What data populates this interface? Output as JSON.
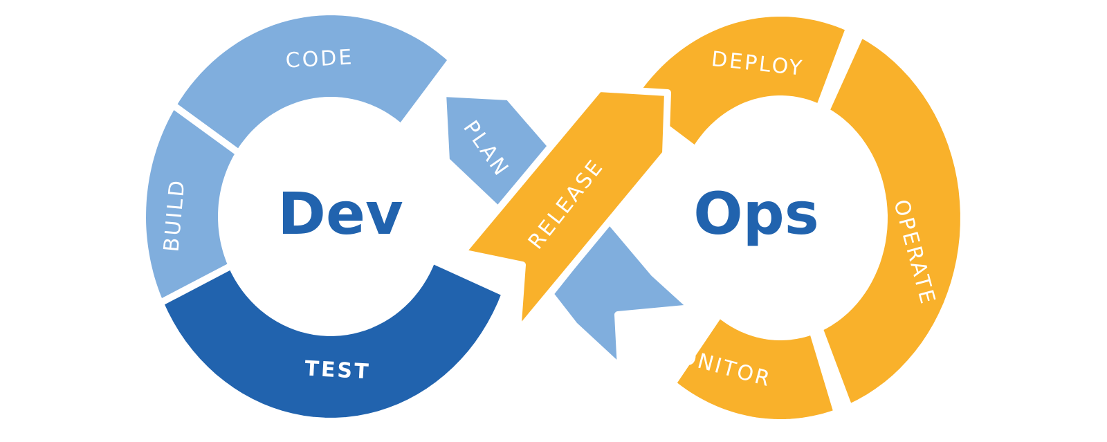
{
  "colors": {
    "light_blue": "#80AEDD",
    "dark_blue": "#2163AE",
    "orange": "#F9B12B"
  },
  "center_labels": {
    "dev": "Dev",
    "ops": "Ops"
  },
  "stages": {
    "plan": "PLAN",
    "code": "CODE",
    "build": "BUILD",
    "test": "TEST",
    "release": "RELEASE",
    "deploy": "DEPLOY",
    "operate": "OPERATE",
    "monitor": "MONITOR"
  }
}
